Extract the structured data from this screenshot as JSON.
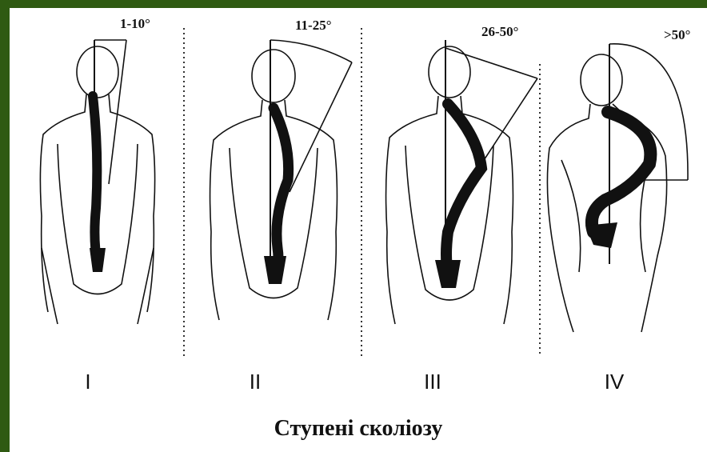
{
  "angles": [
    "1-10°",
    "11-25°",
    "26-50°",
    ">50°"
  ],
  "stages": [
    "I",
    "II",
    "III",
    "IV"
  ],
  "caption": "Ступені сколіозу",
  "colors": {
    "border": "#2f5a12",
    "ink": "#111111",
    "background": "#ffffff"
  }
}
